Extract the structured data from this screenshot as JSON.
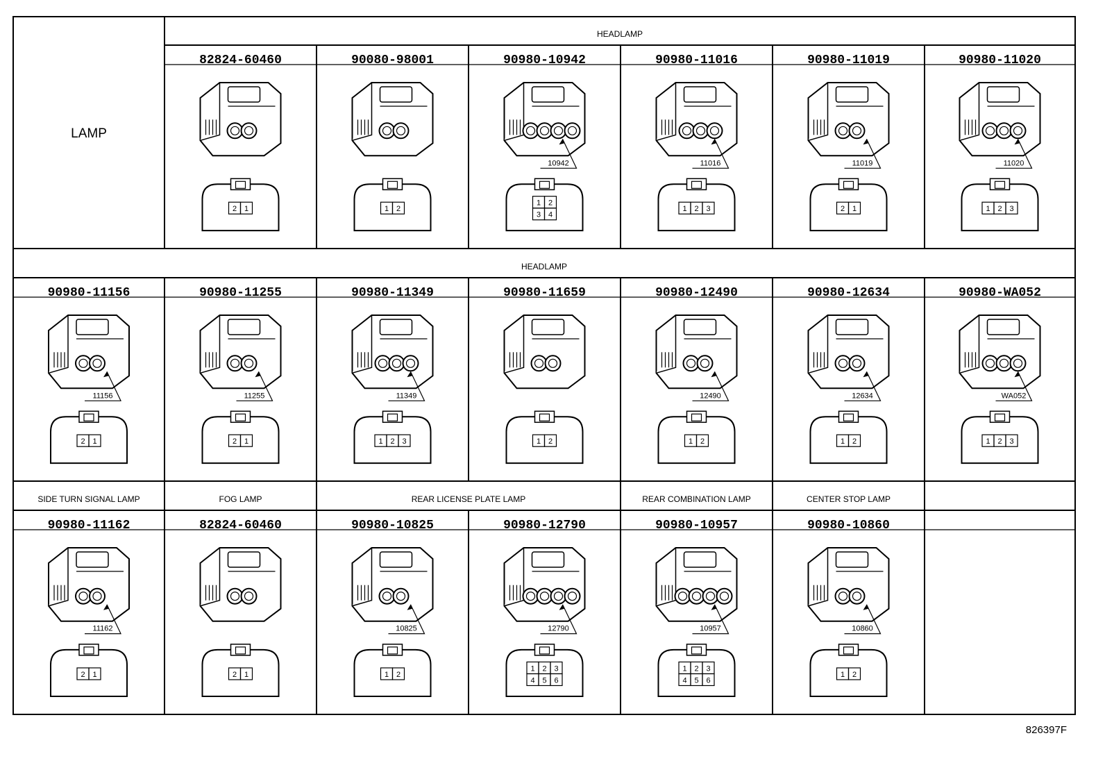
{
  "table": {
    "row_label": "LAMP",
    "sections": [
      {
        "group_headers": [
          {
            "label": "HEADLAMP",
            "span": 6
          }
        ],
        "cells": [
          {
            "part": "82824-60460",
            "front_pins": [
              "2",
              "1"
            ]
          },
          {
            "part": "90080-98001",
            "front_pins": [
              "1",
              "2"
            ]
          },
          {
            "part": "90980-10942",
            "callout": "10942",
            "front_pins": [
              "1",
              "2",
              "3",
              "4"
            ]
          },
          {
            "part": "90980-11016",
            "callout": "11016",
            "front_pins": [
              "1",
              "2",
              "3"
            ]
          },
          {
            "part": "90980-11019",
            "callout": "11019",
            "front_pins": [
              "2",
              "1"
            ]
          },
          {
            "part": "90980-11020",
            "callout": "11020",
            "front_pins": [
              "1",
              "2",
              "3"
            ]
          }
        ]
      },
      {
        "group_headers": [
          {
            "label": "HEADLAMP",
            "span": 7
          }
        ],
        "cells": [
          {
            "part": "90980-11156",
            "callout": "11156",
            "front_pins": [
              "2",
              "1"
            ]
          },
          {
            "part": "90980-11255",
            "callout": "11255",
            "front_pins": [
              "2",
              "1"
            ]
          },
          {
            "part": "90980-11349",
            "callout": "11349",
            "front_pins": [
              "1",
              "2",
              "3"
            ]
          },
          {
            "part": "90980-11659",
            "front_pins": [
              "1",
              "2"
            ]
          },
          {
            "part": "90980-12490",
            "callout": "12490",
            "front_pins": [
              "1",
              "2"
            ]
          },
          {
            "part": "90980-12634",
            "callout": "12634",
            "front_pins": [
              "1",
              "2"
            ]
          },
          {
            "part": "90980-WA052",
            "callout": "WA052",
            "front_pins": [
              "1",
              "2",
              "3"
            ]
          }
        ]
      },
      {
        "group_headers": [
          {
            "label": "SIDE TURN SIGNAL LAMP",
            "span": 1
          },
          {
            "label": "FOG LAMP",
            "span": 1
          },
          {
            "label": "REAR LICENSE PLATE LAMP",
            "span": 2
          },
          {
            "label": "REAR COMBINATION LAMP",
            "span": 1
          },
          {
            "label": "CENTER STOP LAMP",
            "span": 1
          },
          {
            "label": "",
            "span": 1
          }
        ],
        "cells": [
          {
            "part": "90980-11162",
            "callout": "11162",
            "front_pins": [
              "2",
              "1"
            ]
          },
          {
            "part": "82824-60460",
            "front_pins": [
              "2",
              "1"
            ]
          },
          {
            "part": "90980-10825",
            "callout": "10825",
            "front_pins": [
              "1",
              "2"
            ]
          },
          {
            "part": "90980-12790",
            "callout": "12790",
            "front_pins": [
              "1",
              "2",
              "3",
              "4",
              "5",
              "6"
            ]
          },
          {
            "part": "90980-10957",
            "callout": "10957",
            "front_pins": [
              "1",
              "2",
              "3",
              "4",
              "5",
              "6"
            ]
          },
          {
            "part": "90980-10860",
            "callout": "10860",
            "front_pins": [
              "1",
              "2"
            ]
          },
          {
            "part": ""
          }
        ]
      }
    ]
  },
  "figure_id": "826397F"
}
